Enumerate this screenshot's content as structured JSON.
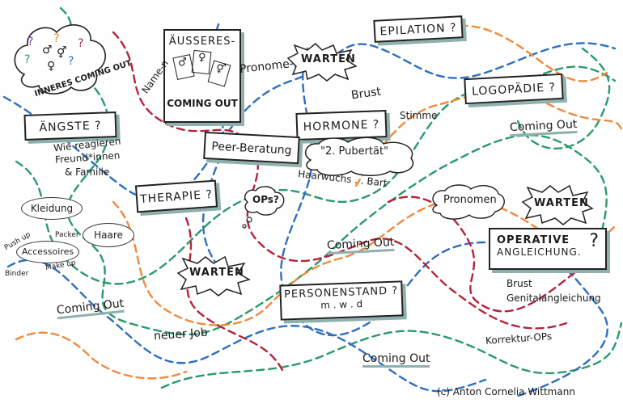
{
  "colors": {
    "line_green": "#2a9a6a",
    "line_blue": "#2e6fc0",
    "line_orange": "#f08a3c",
    "line_red": "#b3243c",
    "shadow": "#8fb1ad",
    "ink": "#1c1c1c"
  },
  "inner": {
    "label": "INNERES COMING OUT",
    "symbols": [
      "?",
      "?",
      "♂",
      "⚥",
      "?",
      "?",
      "♀",
      "?"
    ]
  },
  "aeusseres": {
    "title": "ÄUSSERES-",
    "subtitle": "COMING OUT",
    "cards": [
      "♂",
      "♀",
      "⚥"
    ]
  },
  "labels": {
    "name_n": "Name-n",
    "pronome_n": "Pronome-n",
    "warten_top": "WARTEN",
    "epilation": "EPILATION ?",
    "logopaedie": "LOGOPÄDIE ?",
    "coming_out_right": "Coming Out",
    "brust_top": "Brust",
    "stimme": "Stimme",
    "hormone": "HORMONE ?",
    "pubertaet": "\"2. Pubertät\"",
    "haarwuchs_bart": "Haarwuchs . . Bart",
    "aengste": "ÄNGSTE ?",
    "wie_reagieren": "Wie reagieren",
    "freund_innen": "Freund*innen",
    "familie": "& Familie",
    "peer_beratung": "Peer-Beratung",
    "therapie": "THERAPIE ?",
    "ops_bubble": "OPs?",
    "kleidung": "Kleidung",
    "haare": "Haare",
    "accessoires": "Accessoires",
    "push_up": "Push up",
    "packer": "Packer",
    "binder": "Binder",
    "make_up": "Make up",
    "warten_mid": "WARTEN",
    "coming_out_left": "Coming Out",
    "neuer_job": "neuer Job",
    "coming_out_center": "Coming Out",
    "personenstand": "PERSONENSTAND ?",
    "mwd": "m . w . d",
    "pronomen": "Pronomen",
    "warten_right": "WARTEN",
    "operative": "OPERATIVE",
    "angleichung": "ANGLEICHUNG.",
    "operative_q": "?",
    "brust_bottom": "Brust",
    "genitalangleichung": "Genitalangleichung",
    "korrektur_ops": "Korrektur-OPs",
    "coming_out_bottom": "Coming Out",
    "credit": "(c) Anton Cornelia Wittmann"
  }
}
